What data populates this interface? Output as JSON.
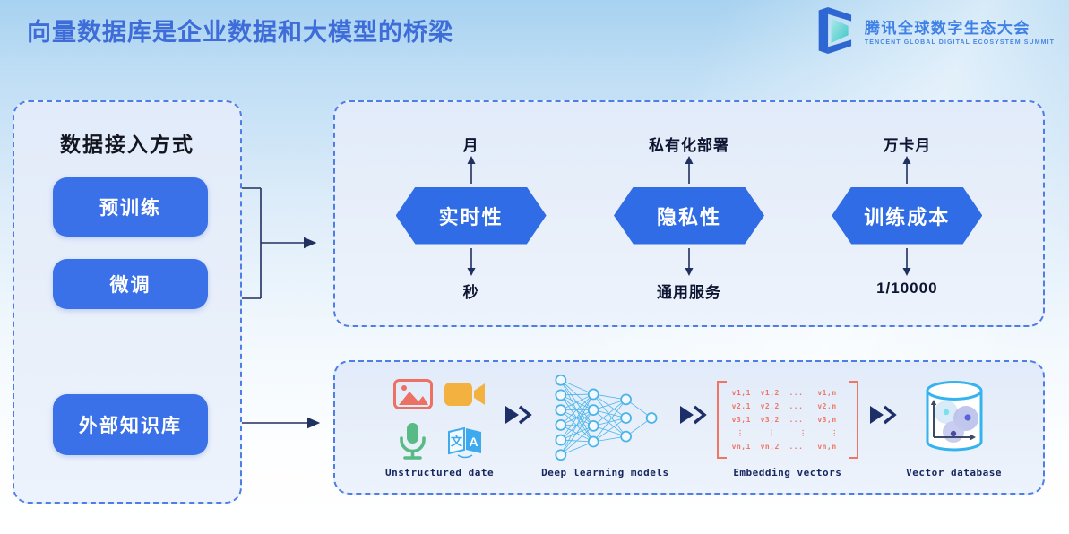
{
  "slide": {
    "title": "向量数据库是企业数据和大模型的桥梁"
  },
  "logo": {
    "name_cn": "腾讯全球数字生态大会",
    "name_en": "TENCENT GLOBAL DIGITAL ECOSYSTEM SUMMIT"
  },
  "access_panel": {
    "heading": "数据接入方式",
    "buttons": [
      {
        "label": "预训练"
      },
      {
        "label": "微调"
      },
      {
        "label": "外部知识库"
      }
    ]
  },
  "metrics_panel": {
    "items": [
      {
        "label": "实时性",
        "top_value": "月",
        "bottom_value": "秒"
      },
      {
        "label": "隐私性",
        "top_value": "私有化部署",
        "bottom_value": "通用服务"
      },
      {
        "label": "训练成本",
        "top_value": "万卡月",
        "bottom_value": "1/10000"
      }
    ]
  },
  "pipeline_panel": {
    "stages": [
      {
        "label": "Unstructured date",
        "icons": [
          "image-icon",
          "video-icon",
          "microphone-icon",
          "translate-icon"
        ]
      },
      {
        "label": "Deep learning models",
        "icons": [
          "neural-network-icon"
        ]
      },
      {
        "label": "Embedding vectors",
        "icons": [
          "matrix-icon"
        ],
        "matrix_rows": [
          "v1,1  v1,2  ...   v1,n",
          "v2,1  v2,2  ...   v2,n",
          "v3,1  v3,2  ...   v3,n",
          " ⋮     ⋮     ⋮     ⋮ ",
          "vn,1  vn,2  ...   vn,n"
        ]
      },
      {
        "label": "Vector database",
        "icons": [
          "database-icon"
        ]
      }
    ]
  },
  "colors": {
    "accent_blue": "#3a70e8",
    "hexagon_blue": "#2f6ce6",
    "title_blue": "#3e6cd8",
    "panel_fill": "#e9f0fa",
    "dashed_border": "#4d7de6",
    "arrow_navy": "#20305f",
    "label_dark": "#0d1530",
    "matrix_red": "#ef7665",
    "mono_label": "#16265e",
    "network_cyan": "#49b4ea",
    "db_cyan": "#35b3ee",
    "mic_green": "#58bb85",
    "video_orange": "#f3b23f",
    "image_red": "#ec7063",
    "translate_blue": "#3da9ee",
    "logo_blue": "#2e66d2",
    "logo_teal": "#3ec6c6",
    "chevron_navy": "#1d2f68"
  }
}
